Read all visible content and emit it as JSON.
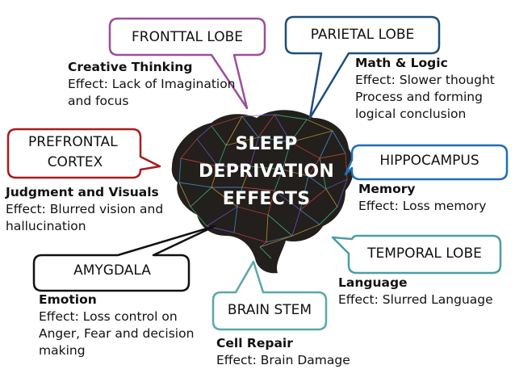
{
  "center": {
    "lines": [
      "SLEEP",
      "DEPRIVATION",
      "EFFECTS"
    ]
  },
  "callouts": {
    "frontal": {
      "label": "FRONTTAL LOBE",
      "color": "#9b4f9b",
      "function": "Creative Thinking",
      "effect": [
        "Effect: Lack of Imagination",
        "and focus"
      ]
    },
    "parietal": {
      "label": "PARIETAL LOBE",
      "color": "#1f4e79",
      "function": "Math & Logic",
      "effect": [
        "Effect: Slower thought",
        "Process and forming",
        "logical conclusion"
      ]
    },
    "prefrontal": {
      "label_lines": [
        "PREFRONTAL",
        "CORTEX"
      ],
      "color": "#a91b1b",
      "function": "Judgment and Visuals",
      "effect": [
        "Effect: Blurred vision and",
        "hallucination"
      ]
    },
    "hippocampus": {
      "label": "HIPPOCAMPUS",
      "color": "#1f6fb5",
      "function": "Memory",
      "effect": [
        "Effect: Loss memory"
      ]
    },
    "temporal": {
      "label": "TEMPORAL LOBE",
      "color": "#4a9ea1",
      "function": "Language",
      "effect": [
        "Effect: Slurred Language"
      ]
    },
    "amygdala": {
      "label": "AMYGDALA",
      "color": "#111111",
      "function": "Emotion",
      "effect": [
        "Effect: Loss control on",
        "Anger, Fear and decision",
        "making"
      ]
    },
    "brainstem": {
      "label": "BRAIN STEM",
      "color": "#5aa7a7",
      "function": "Cell Repair",
      "effect": [
        "Effect: Brain Damage"
      ]
    }
  },
  "brain_colors": {
    "fill": "#221f1c",
    "mesh": [
      "#e0473a",
      "#7a5ad6",
      "#3ec98a",
      "#d9a73a",
      "#4aa3df"
    ]
  }
}
